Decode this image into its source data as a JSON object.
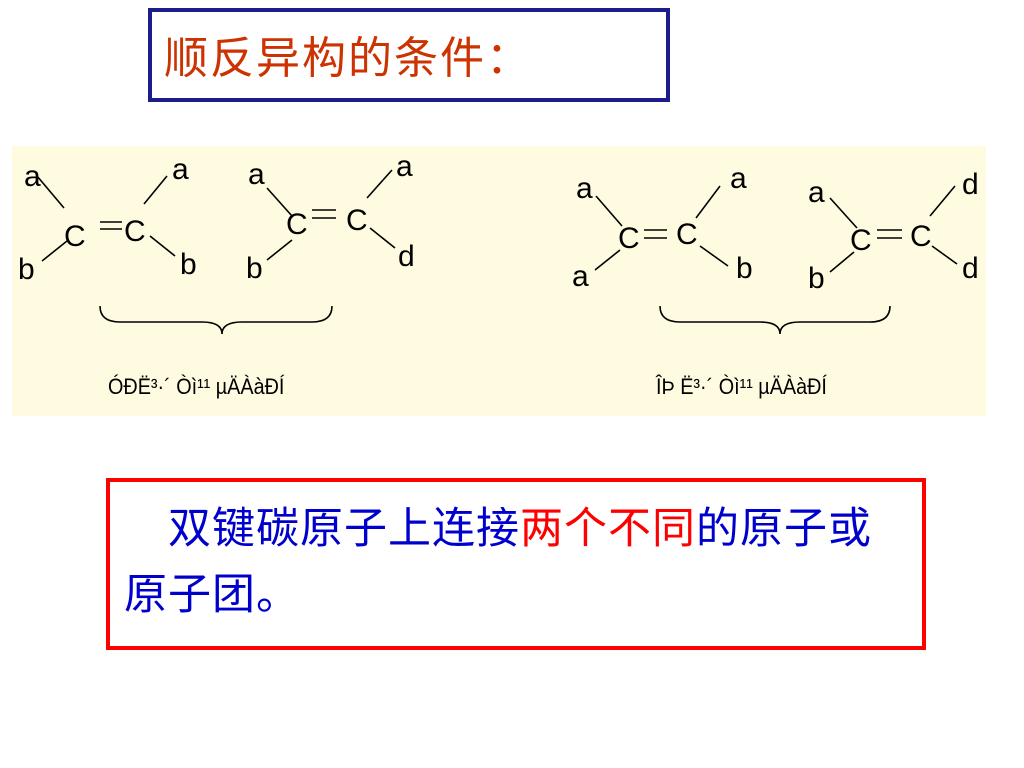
{
  "title": "顺反异构的条件：",
  "diagram": {
    "left_group": {
      "molecule_1": {
        "c1": "C",
        "c2": "C",
        "s1_top": "a",
        "s1_bottom": "b",
        "s2_top": "a",
        "s2_bottom": "b"
      },
      "molecule_2": {
        "c1": "C",
        "c2": "C",
        "s1_top": "a",
        "s1_bottom": "b",
        "s2_top": "a",
        "s2_bottom": "d"
      },
      "caption": "ÓÐË³·´ Òì¹¹ µÄÀàÐÍ"
    },
    "right_group": {
      "molecule_1": {
        "c1": "C",
        "c2": "C",
        "s1_top": "a",
        "s1_bottom": "a",
        "s2_top": "a",
        "s2_bottom": "b"
      },
      "molecule_2": {
        "c1": "C",
        "c2": "C",
        "s1_top": "a",
        "s1_bottom": "b",
        "s2_top": "d",
        "s2_bottom": "d"
      },
      "caption": "ÎÞ Ë³·´ Òì¹¹ µÄÀàÐÍ"
    }
  },
  "condition": {
    "part1": "双键碳原子上连接",
    "highlight": "两个不同",
    "part2": "的原子或原子团。"
  },
  "colors": {
    "title": "#cc3300",
    "title_border": "#1c1c8c",
    "panel": "#fffbe0",
    "condition_text": "#0000cc",
    "highlight": "#ff0000",
    "condition_border": "#ff0000"
  }
}
